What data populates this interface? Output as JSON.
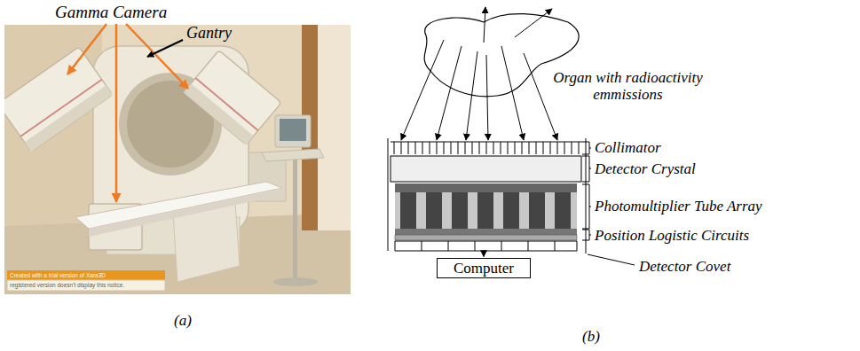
{
  "diagram": {
    "nodes": [
      {
        "text": [
          "Organ with radioactivity emmissions"
        ]
      },
      {
        "text": [
          "Computer"
        ]
      }
    ],
    "labels": [
      "Gamma Camera",
      "Gantry",
      "Created with a trial version of Xara3D",
      "registered version doesn't display this notice.",
      "(a)",
      "Collimator",
      "Detector Crystal",
      "Photomultiplier Tube Array",
      "Position Logistic Circuits",
      "Detector Covet",
      "(b)"
    ]
  }
}
